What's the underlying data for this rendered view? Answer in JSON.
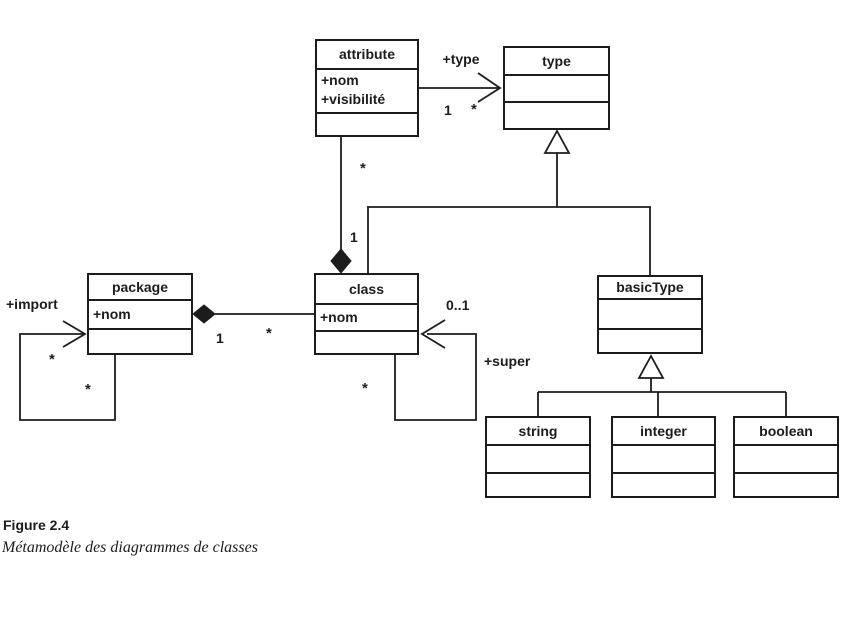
{
  "colors": {
    "line": "#1c1c1c",
    "background": "#ffffff"
  },
  "boxes": {
    "attribute": {
      "title": "attribute",
      "attrs": [
        "+nom",
        "+visibilité"
      ]
    },
    "type": {
      "title": "type"
    },
    "package": {
      "title": "package",
      "attrs": [
        "+nom"
      ]
    },
    "class": {
      "title": "class",
      "attrs": [
        "+nom"
      ]
    },
    "basicType": {
      "title": "basicType"
    },
    "string": {
      "title": "string"
    },
    "integer": {
      "title": "integer"
    },
    "boolean": {
      "title": "boolean"
    }
  },
  "edge_labels": {
    "attr_type_role": "+type",
    "attr_type_mult_source": "1",
    "attr_type_mult_target": "*",
    "attr_comp_mult_attr": "*",
    "attr_comp_mult_class": "1",
    "pkg_class_mult_pkg": "1",
    "pkg_class_mult_class": "*",
    "pkg_import_role": "+import",
    "pkg_import_mult_a": "*",
    "pkg_import_mult_b": "*",
    "class_super_mult": "0..1",
    "class_super_role": "+super",
    "class_super_mult_star": "*"
  },
  "caption": {
    "figure_label": "Figure 2.4",
    "figure_title": "Métamodèle des diagrammes de classes"
  }
}
